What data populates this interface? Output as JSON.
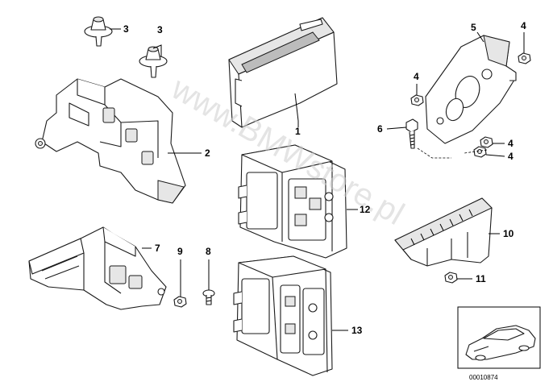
{
  "watermark": "www.BMWstore.pl",
  "callouts": {
    "c1": "1",
    "c2": "2",
    "c3a": "3",
    "c3b": "3",
    "c4a": "4",
    "c4b": "4",
    "c4c": "4",
    "c4d": "4",
    "c5": "5",
    "c6": "6",
    "c7": "7",
    "c8": "8",
    "c9": "9",
    "c10": "10",
    "c11": "11",
    "c12": "12",
    "c13": "13"
  },
  "thumbnail": {
    "code": "00010874"
  }
}
